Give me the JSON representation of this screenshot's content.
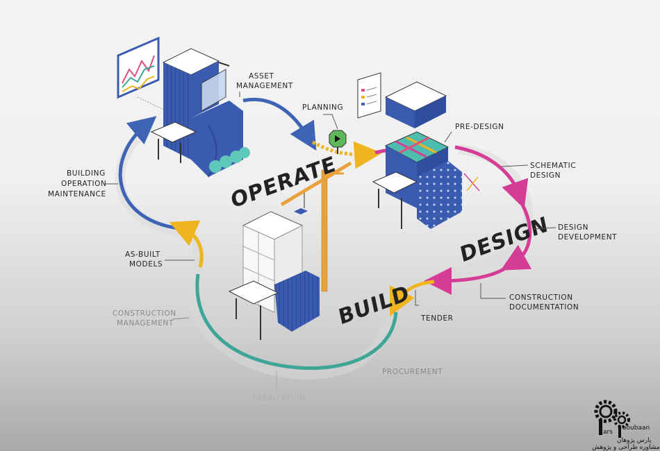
{
  "phases": {
    "operate": "OPERATE",
    "design": "DESIGN",
    "build": "BUILD"
  },
  "labels": {
    "asset_management": [
      "ASSET",
      "MANAGEMENT"
    ],
    "planning": "PLANNING",
    "pre_design": "PRE-DESIGN",
    "schematic_design": [
      "SCHEMATIC",
      "DESIGN"
    ],
    "design_development": [
      "DESIGN",
      "DEVELOPMENT"
    ],
    "construction_documentation": [
      "CONSTRUCTION",
      "DOCUMENTATION"
    ],
    "tender": "TENDER",
    "procurement": "PROCUREMENT",
    "fabrication": "FABRICATION",
    "construction_management": [
      "CONSTRUCTION",
      "MANAGEMENT"
    ],
    "as_built_models": [
      "AS-BUILT",
      "MODELS"
    ],
    "building_operation_maintenance": [
      "BUILDING",
      "OPERATION",
      "MAINTENANCE"
    ]
  },
  "logo": {
    "brand_latin_1": "ars",
    "brand_latin_2": "aoubaan",
    "brand_persian": "پارس پژوهان",
    "tagline": "مجموعه مشاوره طراحی و پژوهش"
  },
  "colors": {
    "blue": "#3f63b5",
    "yellow": "#f0b41e",
    "magenta": "#d53c95",
    "teal": "#3fa596",
    "building_blue": "#3b5bb0",
    "crane": "#e8a23c"
  }
}
